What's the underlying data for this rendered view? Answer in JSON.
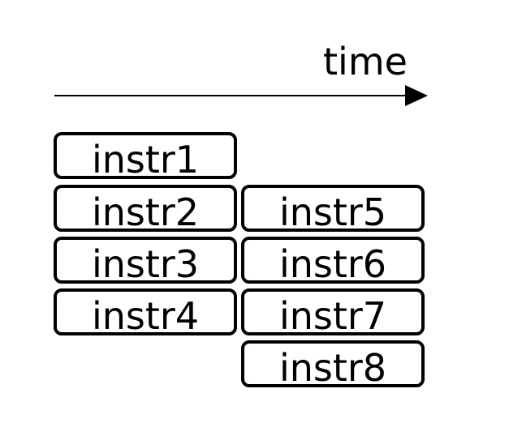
{
  "diagram": {
    "axis_label": "time",
    "column1": [
      {
        "label": "instr1"
      },
      {
        "label": "instr2"
      },
      {
        "label": "instr3"
      },
      {
        "label": "instr4"
      }
    ],
    "column2": [
      {
        "label": "instr5"
      },
      {
        "label": "instr6"
      },
      {
        "label": "instr7"
      },
      {
        "label": "instr8"
      }
    ]
  }
}
